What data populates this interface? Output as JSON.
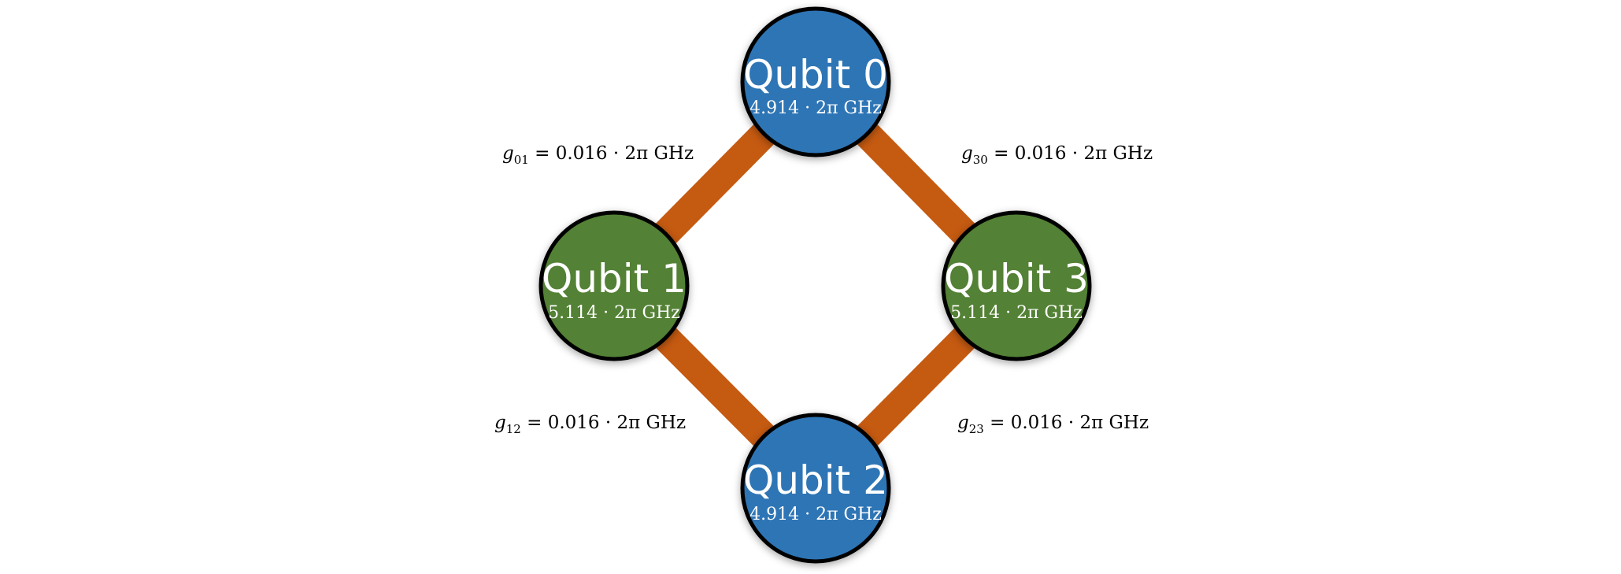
{
  "colors": {
    "qubit_blue": "#2e74b5",
    "qubit_green": "#538135",
    "coupler": "#c55a11",
    "outline": "#000000",
    "text_light": "#ffffff"
  },
  "qubits": [
    {
      "label": "Qubit 0",
      "frequency": "4.914 · 2π GHz",
      "color": "blue"
    },
    {
      "label": "Qubit 1",
      "frequency": "5.114 · 2π GHz",
      "color": "green"
    },
    {
      "label": "Qubit 2",
      "frequency": "4.914 · 2π GHz",
      "color": "blue"
    },
    {
      "label": "Qubit 3",
      "frequency": "5.114 · 2π GHz",
      "color": "green"
    }
  ],
  "couplings": [
    {
      "symbol": "g",
      "index": "01",
      "value": " = 0.016 · 2π GHz"
    },
    {
      "symbol": "g",
      "index": "30",
      "value": " = 0.016 · 2π GHz"
    },
    {
      "symbol": "g",
      "index": "12",
      "value": " = 0.016 · 2π GHz"
    },
    {
      "symbol": "g",
      "index": "23",
      "value": " = 0.016 · 2π GHz"
    }
  ]
}
